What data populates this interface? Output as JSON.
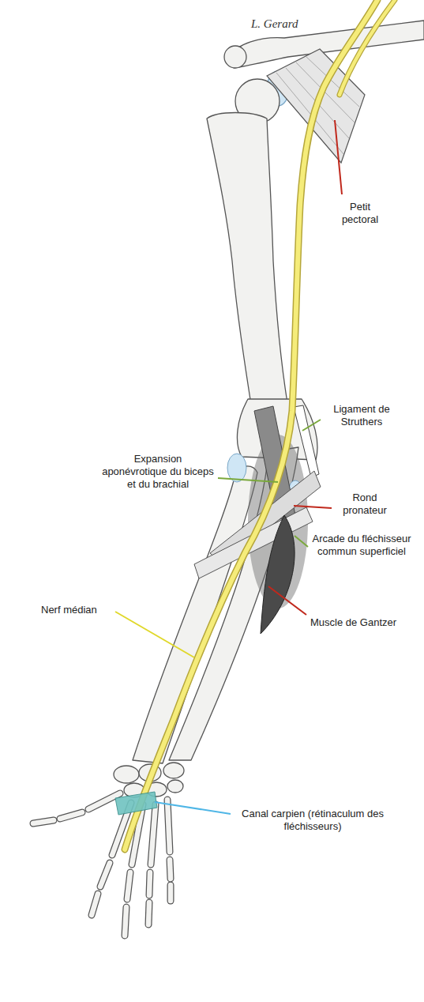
{
  "diagram": {
    "labels": [
      "L. Gerard",
      "Petit pectoral",
      "Ligament de Struthers",
      "Expansion aponévrotique du biceps et du brachial",
      "Rond pronateur",
      "Arcade du fléchisseur commun superficiel",
      "Muscle de Gantzer",
      "Nerf médian",
      "Canal carpien (rétinaculum des fléchisseurs)"
    ]
  }
}
